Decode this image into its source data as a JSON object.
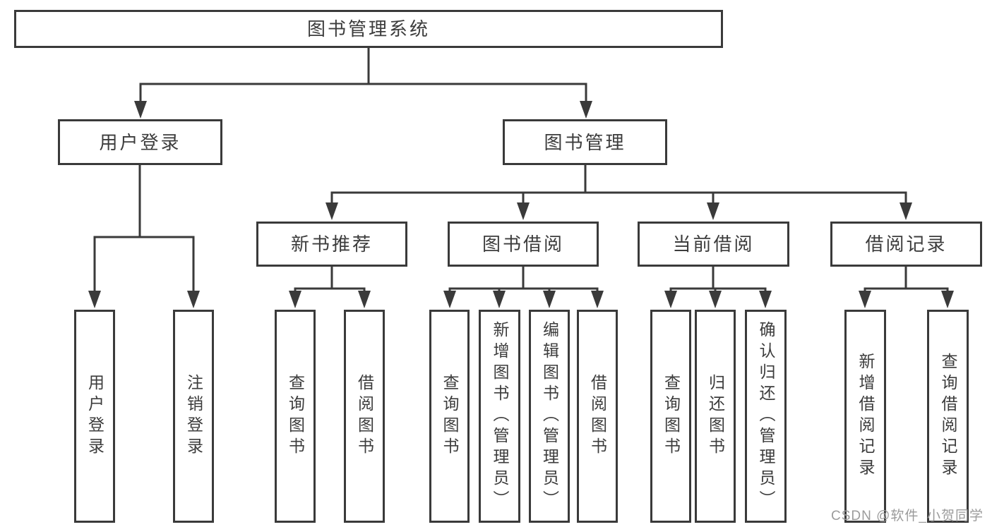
{
  "diagram": {
    "title": "图书管理系统",
    "colors": {
      "line": "#3a3a3a",
      "text": "#3c3c3c",
      "box_background": "#ffffff",
      "watermark": "#9b9b9b"
    },
    "nodes": {
      "root": "图书管理系统",
      "user_login": {
        "label": "用户登录",
        "children": [
          "用户登录",
          "注销登录"
        ]
      },
      "book_management": {
        "label": "图书管理",
        "groups": [
          {
            "label": "新书推荐",
            "children": [
              "查询图书",
              "借阅图书"
            ]
          },
          {
            "label": "图书借阅",
            "children": [
              "查询图书",
              "新增图书（管理员）",
              "编辑图书（管理员）",
              "借阅图书"
            ]
          },
          {
            "label": "当前借阅",
            "children": [
              "查询图书",
              "归还图书",
              "确认归还（管理员）"
            ]
          },
          {
            "label": "借阅记录",
            "children": [
              "新增借阅记录",
              "查询借阅记录"
            ]
          }
        ]
      }
    },
    "watermark": "CSDN @软件_小贺同学"
  }
}
